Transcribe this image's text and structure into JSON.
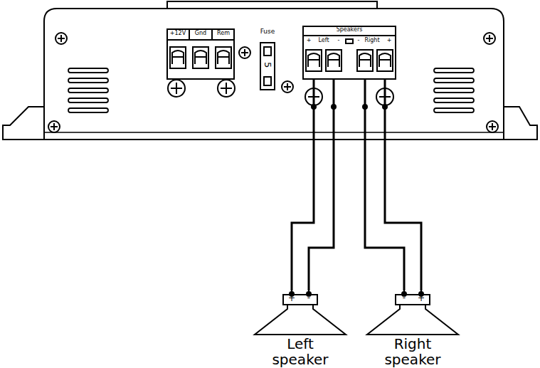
{
  "diagram": {
    "nodes": [
      {
        "text": [
          "+12V",
          "Gnd",
          "Rem"
        ]
      },
      {
        "text": [
          "Fuse",
          "5"
        ]
      },
      {
        "text": [
          "Speakers",
          "+",
          "Left",
          "-",
          "-",
          "Right",
          "+"
        ]
      },
      {
        "text": [
          "+",
          "-",
          "Left speaker"
        ]
      },
      {
        "text": [
          "-",
          "+",
          "Right speaker"
        ]
      }
    ],
    "edges": [
      {
        "from": 2,
        "to": 3,
        "arrow": "none"
      },
      {
        "from": 2,
        "to": 3,
        "arrow": "none"
      },
      {
        "from": 2,
        "to": 4,
        "arrow": "none"
      },
      {
        "from": 2,
        "to": 4,
        "arrow": "none"
      }
    ]
  }
}
